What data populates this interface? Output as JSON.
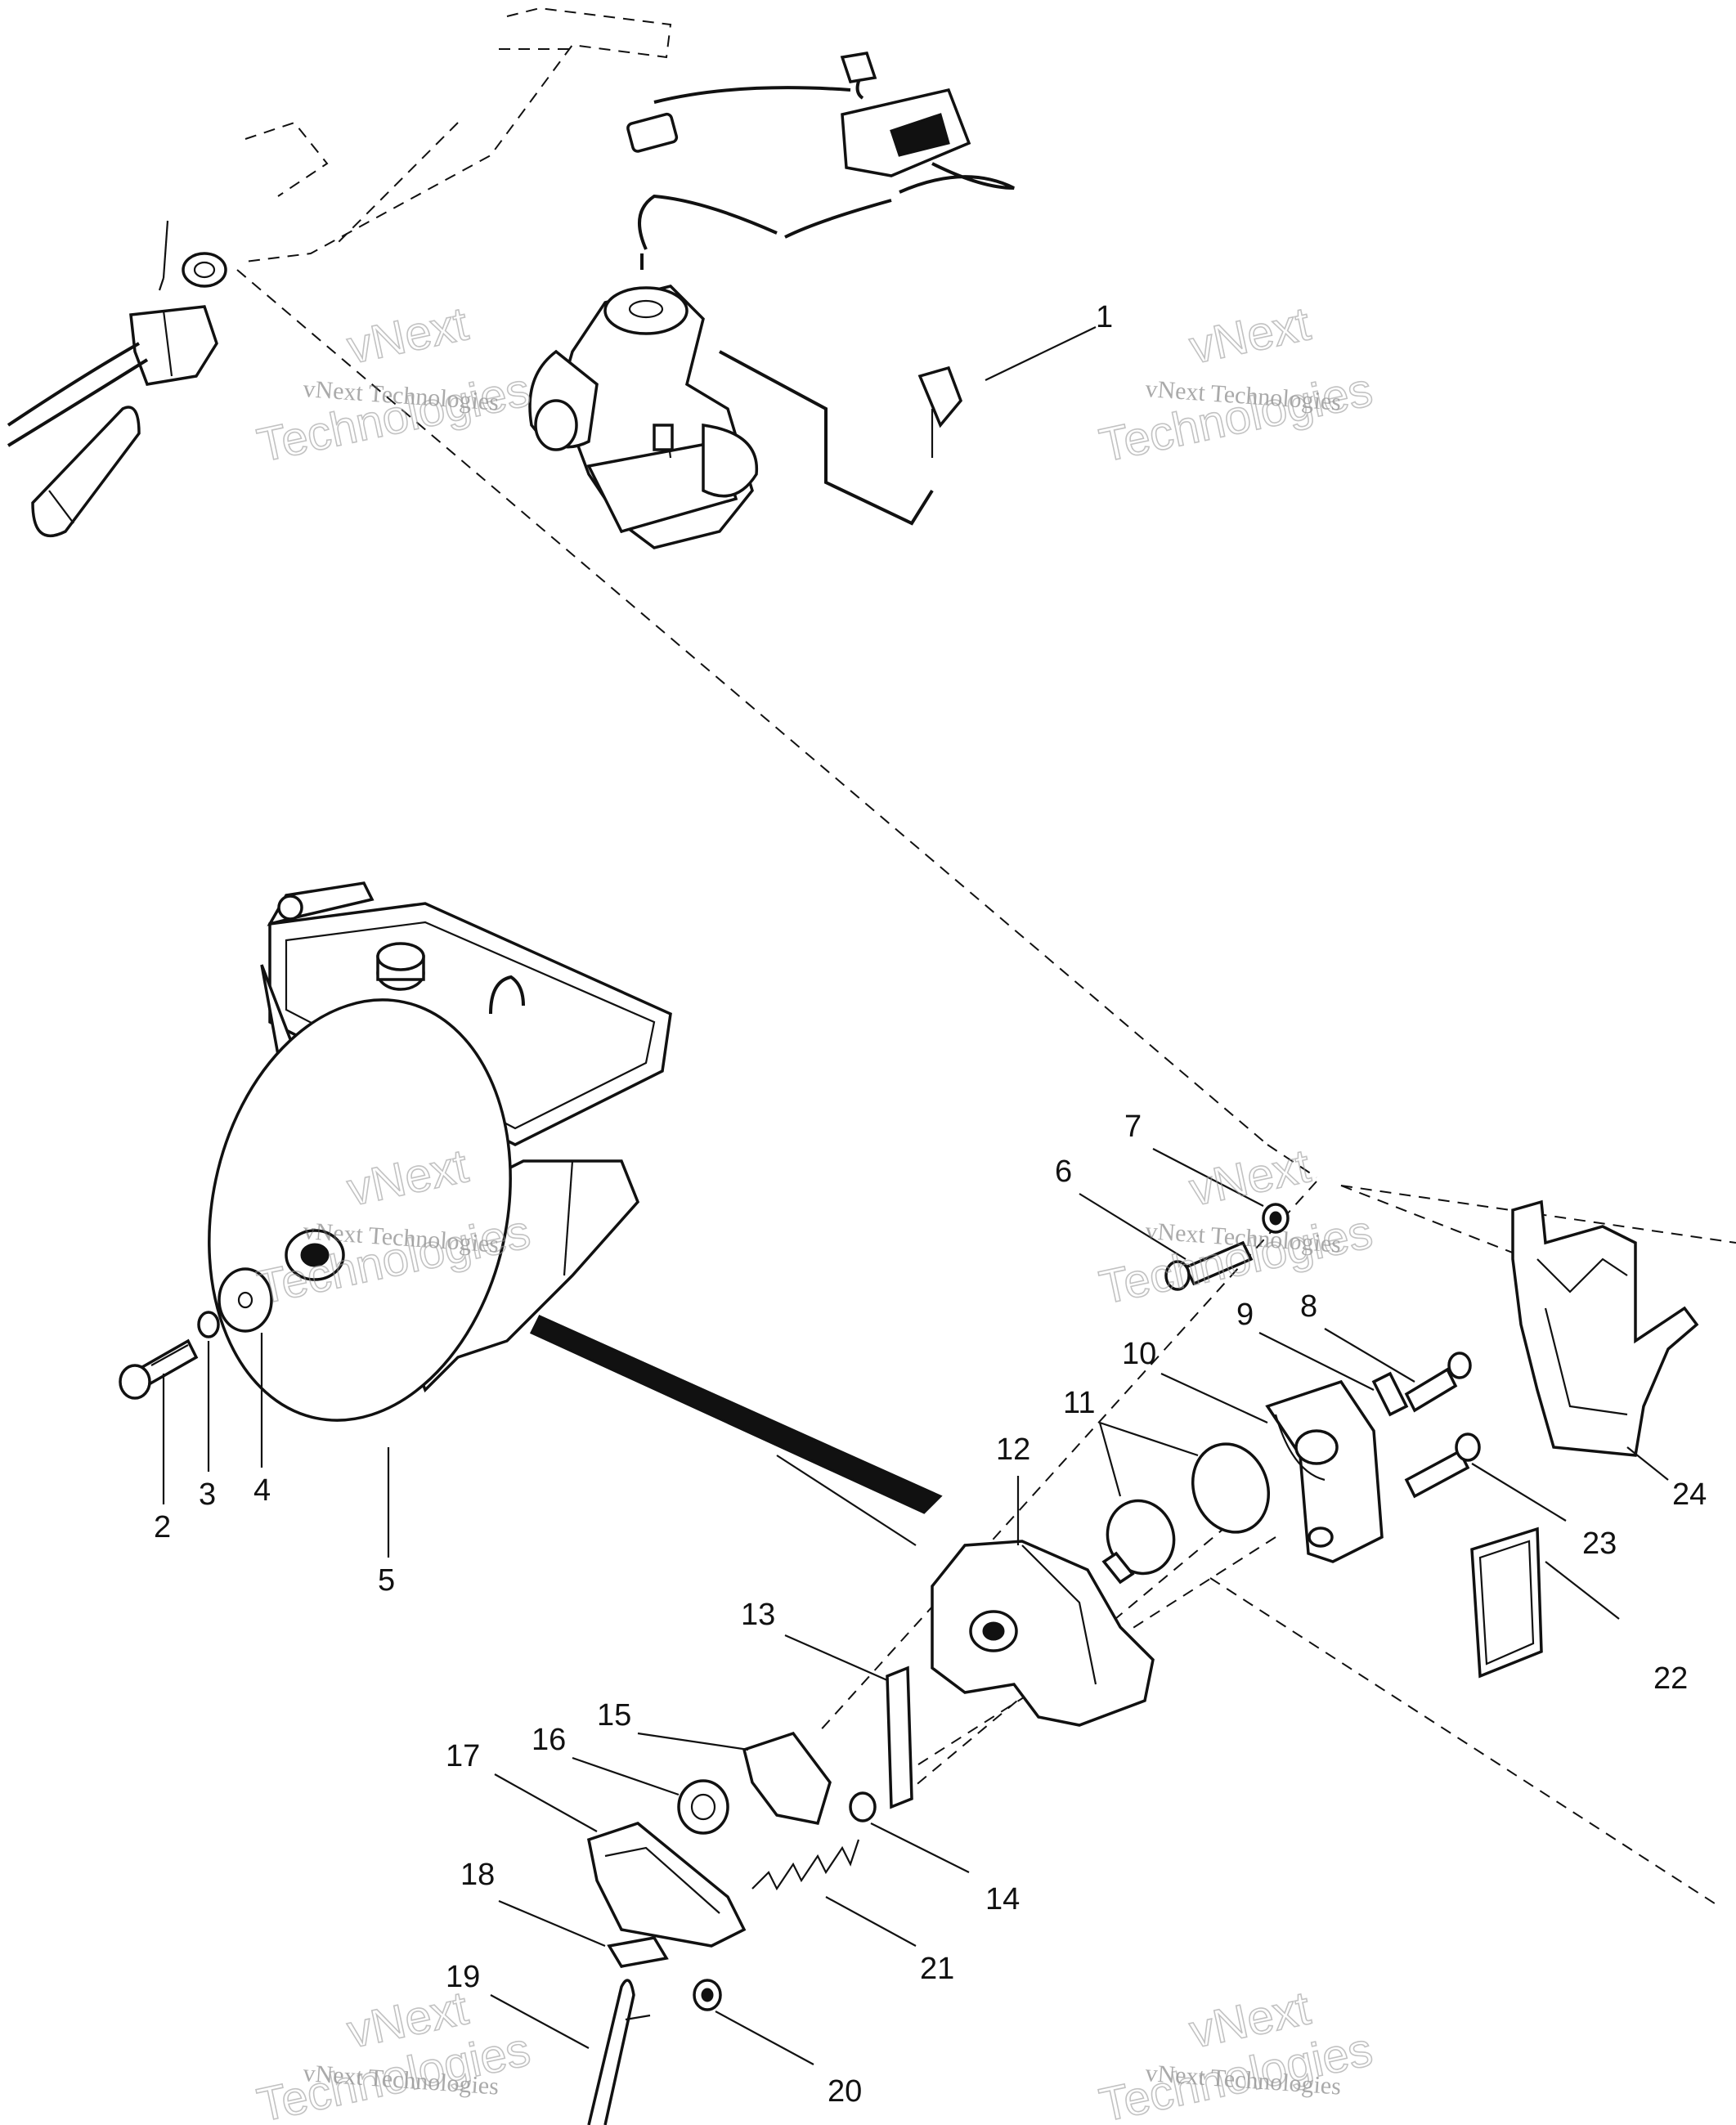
{
  "diagram": {
    "callouts": [
      {
        "id": "1",
        "text": "1"
      },
      {
        "id": "2",
        "text": "2"
      },
      {
        "id": "3",
        "text": "3"
      },
      {
        "id": "4",
        "text": "4"
      },
      {
        "id": "5",
        "text": "5"
      },
      {
        "id": "6",
        "text": "6"
      },
      {
        "id": "7",
        "text": "7"
      },
      {
        "id": "8",
        "text": "8"
      },
      {
        "id": "9",
        "text": "9"
      },
      {
        "id": "10",
        "text": "10"
      },
      {
        "id": "11",
        "text": "11"
      },
      {
        "id": "12",
        "text": "12"
      },
      {
        "id": "13",
        "text": "13"
      },
      {
        "id": "14",
        "text": "14"
      },
      {
        "id": "15",
        "text": "15"
      },
      {
        "id": "16",
        "text": "16"
      },
      {
        "id": "17",
        "text": "17"
      },
      {
        "id": "18",
        "text": "18"
      },
      {
        "id": "19",
        "text": "19"
      },
      {
        "id": "20",
        "text": "20"
      },
      {
        "id": "21",
        "text": "21"
      },
      {
        "id": "22",
        "text": "22"
      },
      {
        "id": "23",
        "text": "23"
      },
      {
        "id": "24",
        "text": "24"
      }
    ],
    "watermark": {
      "line1": "vNext Technologies",
      "line2": "vNext",
      "line3": "Technologies"
    }
  }
}
